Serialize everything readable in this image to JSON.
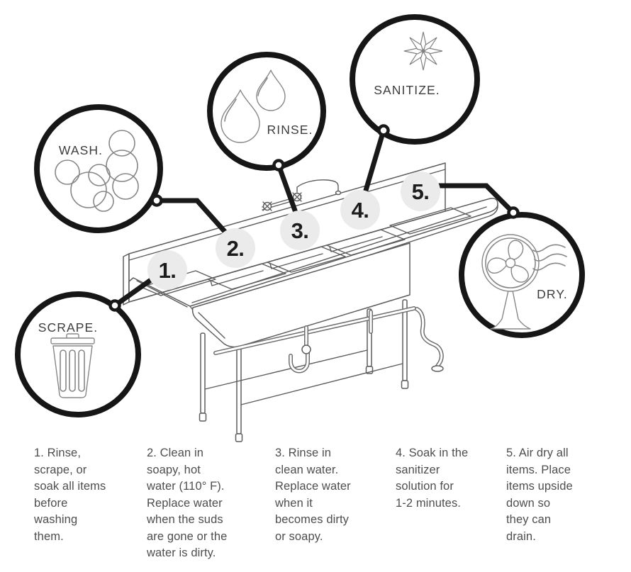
{
  "diagram_title": "Three-compartment sink warewashing steps",
  "steps": [
    {
      "number": "1.",
      "label": "SCRAPE.",
      "icon": "trash-can-icon",
      "description": "1. Rinse,\nscrape, or\nsoak all items\nbefore\nwashing\nthem."
    },
    {
      "number": "2.",
      "label": "WASH.",
      "icon": "soap-bubbles-icon",
      "description": "2. Clean in\nsoapy, hot\nwater (110° F).\nReplace water\nwhen the suds\nare gone or the\nwater is dirty."
    },
    {
      "number": "3.",
      "label": "RINSE.",
      "icon": "water-drops-icon",
      "description": "3. Rinse in\nclean water.\nReplace water\nwhen it\nbecomes dirty\nor soapy."
    },
    {
      "number": "4.",
      "label": "SANITIZE.",
      "icon": "sparkle-icon",
      "description": "4. Soak in the\nsanitizer\nsolution for\n1-2 minutes."
    },
    {
      "number": "5.",
      "label": "DRY.",
      "icon": "fan-icon",
      "description": "5. Air dry all\nitems. Place\nitems upside\ndown so\nthey can\ndrain."
    }
  ],
  "colors": {
    "outline_black": "#161616",
    "icon_gray": "#878787",
    "sink_gray": "#5d5d5d",
    "badge_fill": "#ebebeb",
    "badge_text": "#1c1c1c",
    "label_text": "#3d3d3d",
    "body_text": "#4e4e4e",
    "background": "#ffffff"
  }
}
